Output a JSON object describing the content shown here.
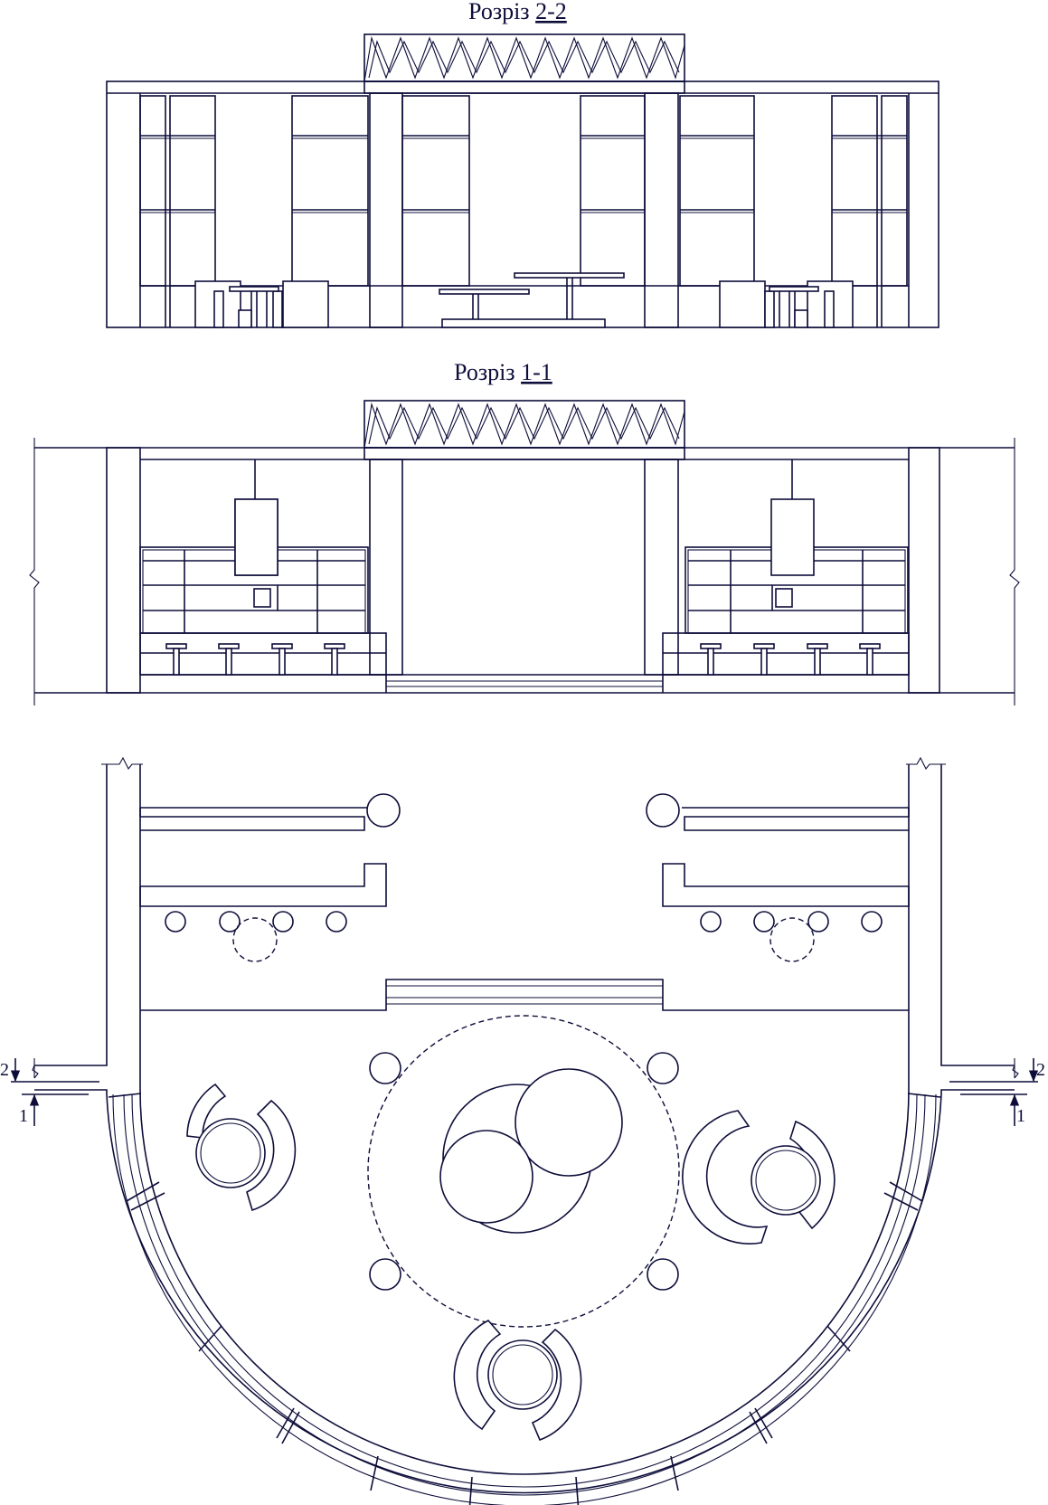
{
  "section_2_2": {
    "prefix": "Розріз ",
    "number": "2-2"
  },
  "section_1_1": {
    "prefix": "Розріз ",
    "number": "1-1"
  },
  "cut_markers": {
    "cut_1": "1",
    "cut_2": "2"
  },
  "colors": {
    "line": "#0d0d3a",
    "background": "#ffffff"
  }
}
